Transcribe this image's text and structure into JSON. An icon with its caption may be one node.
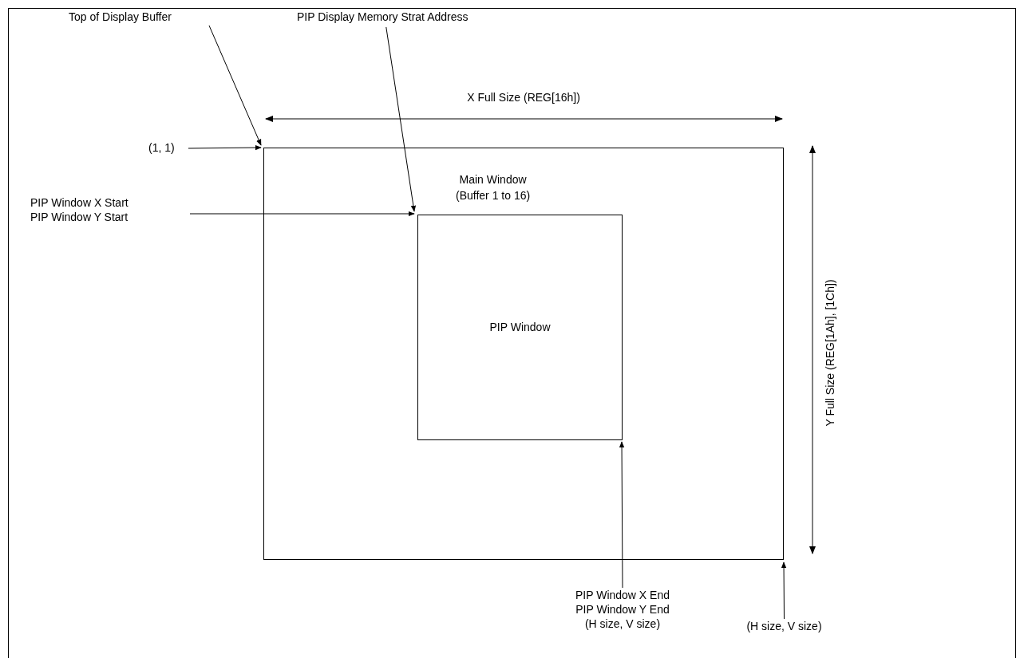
{
  "diagram": {
    "nodes": [
      {
        "text": [
          "Main Window",
          "(Buffer 1 to 16)"
        ]
      },
      {
        "text": [
          "PIP Window"
        ],
        "in": 0
      },
      {
        "text": [
          "Top of Display Buffer"
        ]
      },
      {
        "text": [
          "PIP Display Memory Strat Address"
        ]
      },
      {
        "text": [
          "(1, 1)"
        ]
      },
      {
        "text": [
          "PIP Window X Start",
          "PIP Window Y Start"
        ]
      },
      {
        "text": [
          "PIP Window X End",
          "PIP Window Y End",
          "(H size, V size)"
        ]
      },
      {
        "text": [
          "(H size, V size)"
        ]
      }
    ],
    "edges": [
      {
        "from": 2,
        "to": 0,
        "arrow": "to"
      },
      {
        "from": 3,
        "to": 1,
        "arrow": "to"
      },
      {
        "from": 4,
        "to": 0,
        "arrow": "to"
      },
      {
        "from": 5,
        "to": 1,
        "arrow": "to"
      },
      {
        "from": 6,
        "to": 1,
        "arrow": "to"
      },
      {
        "from": 7,
        "to": 0,
        "arrow": "to"
      }
    ],
    "labels": [
      "X Full Size (REG[16h])",
      "Y Full Size (REG[1Ah], [1Ch])"
    ]
  }
}
